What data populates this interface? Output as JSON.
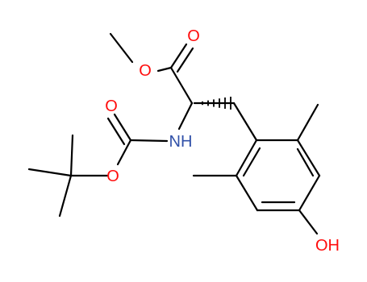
{
  "molecule": {
    "atom_labels": {
      "o_ester_carbonyl": "O",
      "o_ester_methoxy": "O",
      "o_carbamate_carbonyl": "O",
      "o_carbamate_ether": "O",
      "nitrogen": "NH",
      "hydroxyl": "OH"
    },
    "colors": {
      "bond": "#000000",
      "oxygen": "#ff0d0d",
      "nitrogen": "#3050a8",
      "background": "#ffffff"
    },
    "stereo": "hashed-wedge-at-alpha-carbon"
  }
}
